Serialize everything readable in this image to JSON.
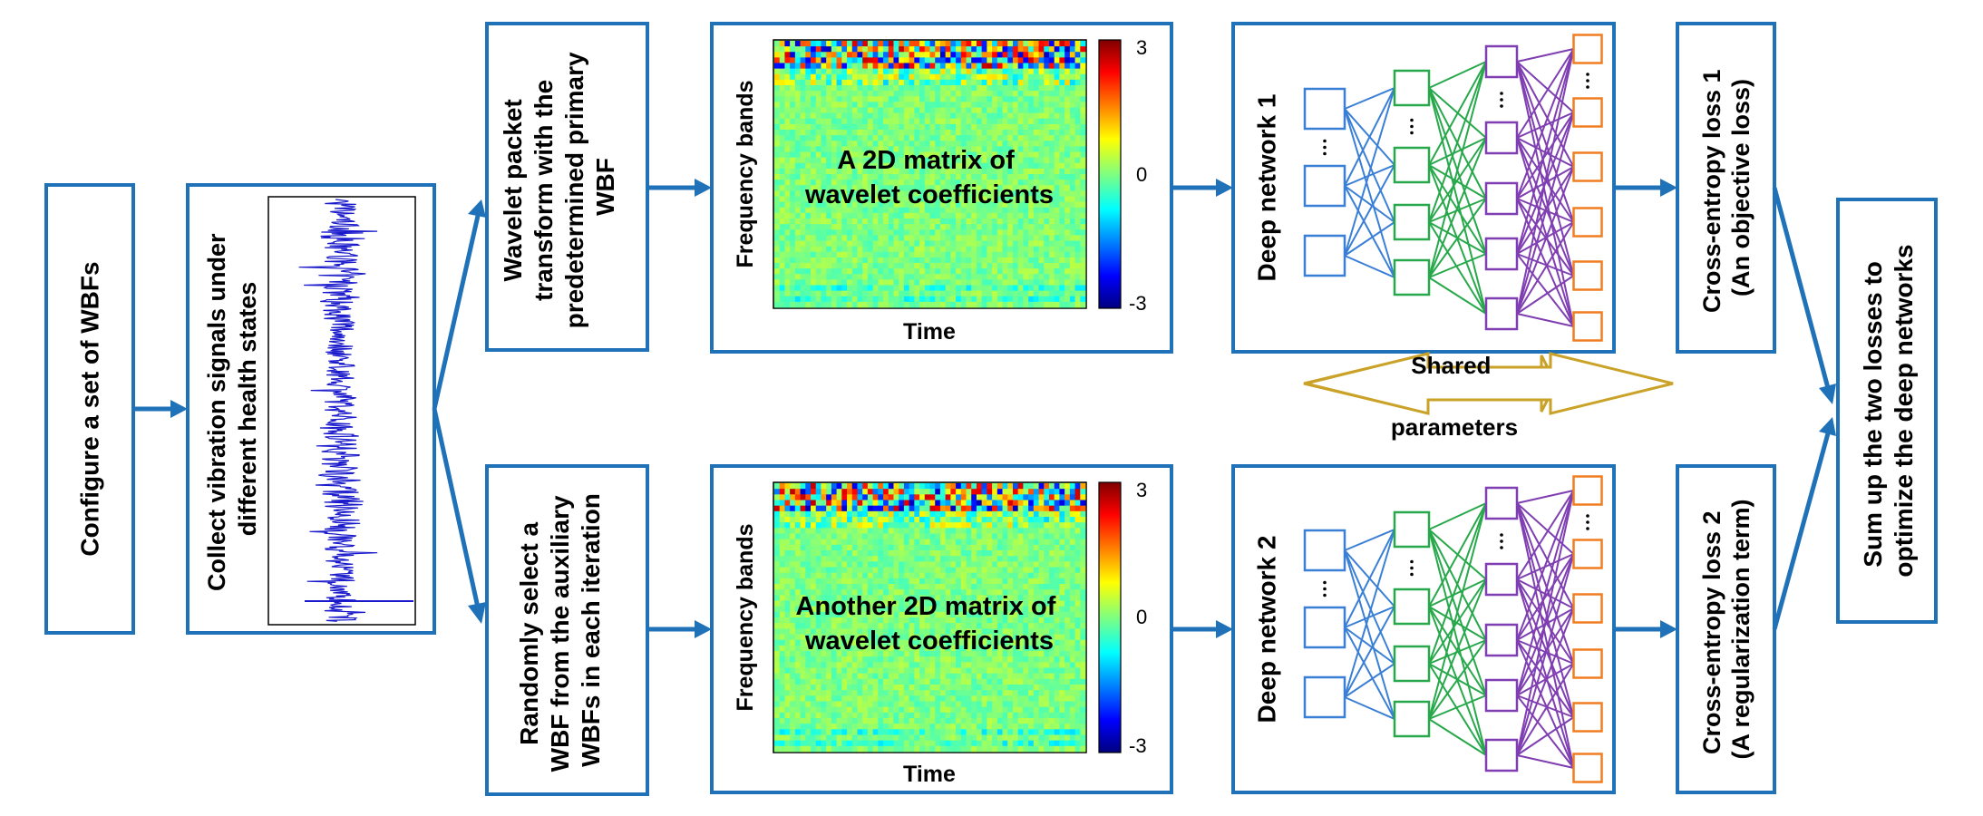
{
  "steps": {
    "configure": "Configure a set of WBFs",
    "collect": [
      "Collect vibration signals under",
      "different health states"
    ],
    "wpt_primary": [
      "Wavelet packet",
      "transform with the",
      "predetermined primary",
      "WBF"
    ],
    "wpt_random": [
      "Randomly select a",
      "WBF from the auxiliary",
      "WBFs in each iteration"
    ],
    "sum": [
      "Sum up the two losses to",
      "optimize the deep networks"
    ]
  },
  "matrices": {
    "top_label": [
      "A 2D matrix of",
      "wavelet coefficients"
    ],
    "bottom_label": [
      "Another 2D matrix of",
      "wavelet coefficients"
    ],
    "y_axis": "Frequency bands",
    "x_axis": "Time",
    "colorbar_ticks": [
      "3",
      "0",
      "-3"
    ]
  },
  "networks": {
    "top": "Deep network 1",
    "bottom": "Deep network 2",
    "shared": [
      "Shared",
      "parameters"
    ],
    "layer_colors": [
      "#3a7fd6",
      "#27a84a",
      "#7f3fb2",
      "#f07d22"
    ]
  },
  "losses": {
    "top": [
      "Cross-entropy loss 1",
      "(An objective loss)"
    ],
    "bottom": [
      "Cross-entropy loss 2",
      "(A regularization term)"
    ]
  },
  "colors": {
    "box_border": "#2072b8",
    "shared_arrow": "#c9a227",
    "signal": "#1a1acc"
  }
}
